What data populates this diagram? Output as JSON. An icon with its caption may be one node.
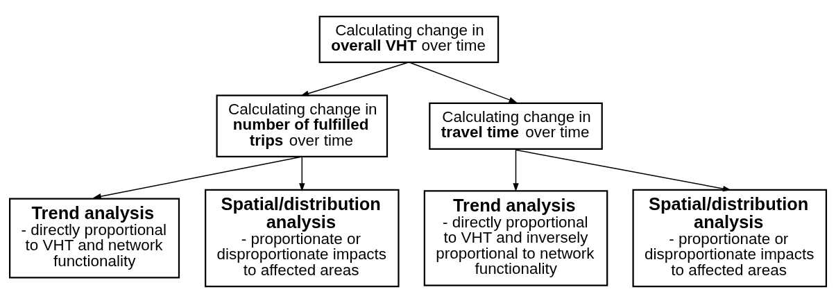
{
  "diagram": {
    "nodes": [
      {
        "text": [
          "Calculating change in **overall VHT** over time"
        ]
      },
      {
        "text": [
          "Calculating change in **number of fulfilled trips** over time"
        ]
      },
      {
        "text": [
          "Calculating change in **travel time** over time"
        ]
      },
      {
        "text": [
          "Trend analysis",
          "- directly proportional to VHT and network functionality"
        ]
      },
      {
        "text": [
          "Spatial/distribution analysis",
          "- proportionate or disproportionate impacts to affected areas"
        ]
      },
      {
        "text": [
          "Trend analysis",
          "- directly proportional to VHT and inversely proportional to network functionality"
        ]
      },
      {
        "text": [
          "Spatial/distribution analysis",
          "- proportionate or disproportionate impacts to affected areas"
        ]
      }
    ],
    "edges": [
      {
        "from": 0,
        "to": 1,
        "arrow": "to"
      },
      {
        "from": 0,
        "to": 2,
        "arrow": "to"
      },
      {
        "from": 1,
        "to": 3,
        "arrow": "to"
      },
      {
        "from": 1,
        "to": 4,
        "arrow": "to"
      },
      {
        "from": 2,
        "to": 5,
        "arrow": "to"
      },
      {
        "from": 2,
        "to": 6,
        "arrow": "to"
      }
    ]
  }
}
